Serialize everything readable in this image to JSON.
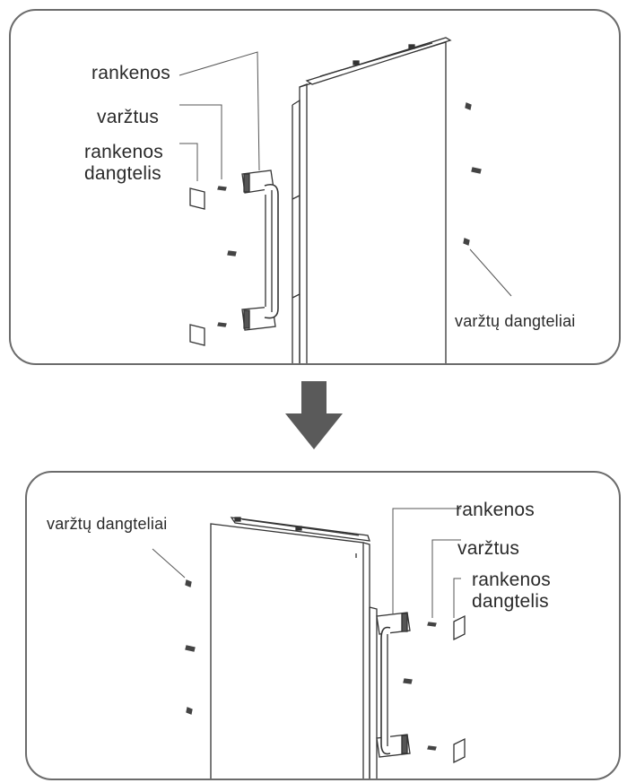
{
  "top_panel": {
    "handle_label": "rankenos",
    "screws_label": "varžtus",
    "cover_label_line1": "rankenos",
    "cover_label_line2": "dangtelis",
    "screw_caps_label": "varžtų dangteliai"
  },
  "bottom_panel": {
    "handle_label": "rankenos",
    "screws_label": "varžtus",
    "cover_label_line1": "rankenos",
    "cover_label_line2": "dangtelis",
    "screw_caps_label": "varžtų dangteliai"
  },
  "colors": {
    "panel_border": "#6b6b6b",
    "arrow": "#5a5a5a",
    "line": "#333333",
    "text": "#2a2a2a"
  },
  "icons": {
    "arrow": "down-arrow-icon"
  }
}
